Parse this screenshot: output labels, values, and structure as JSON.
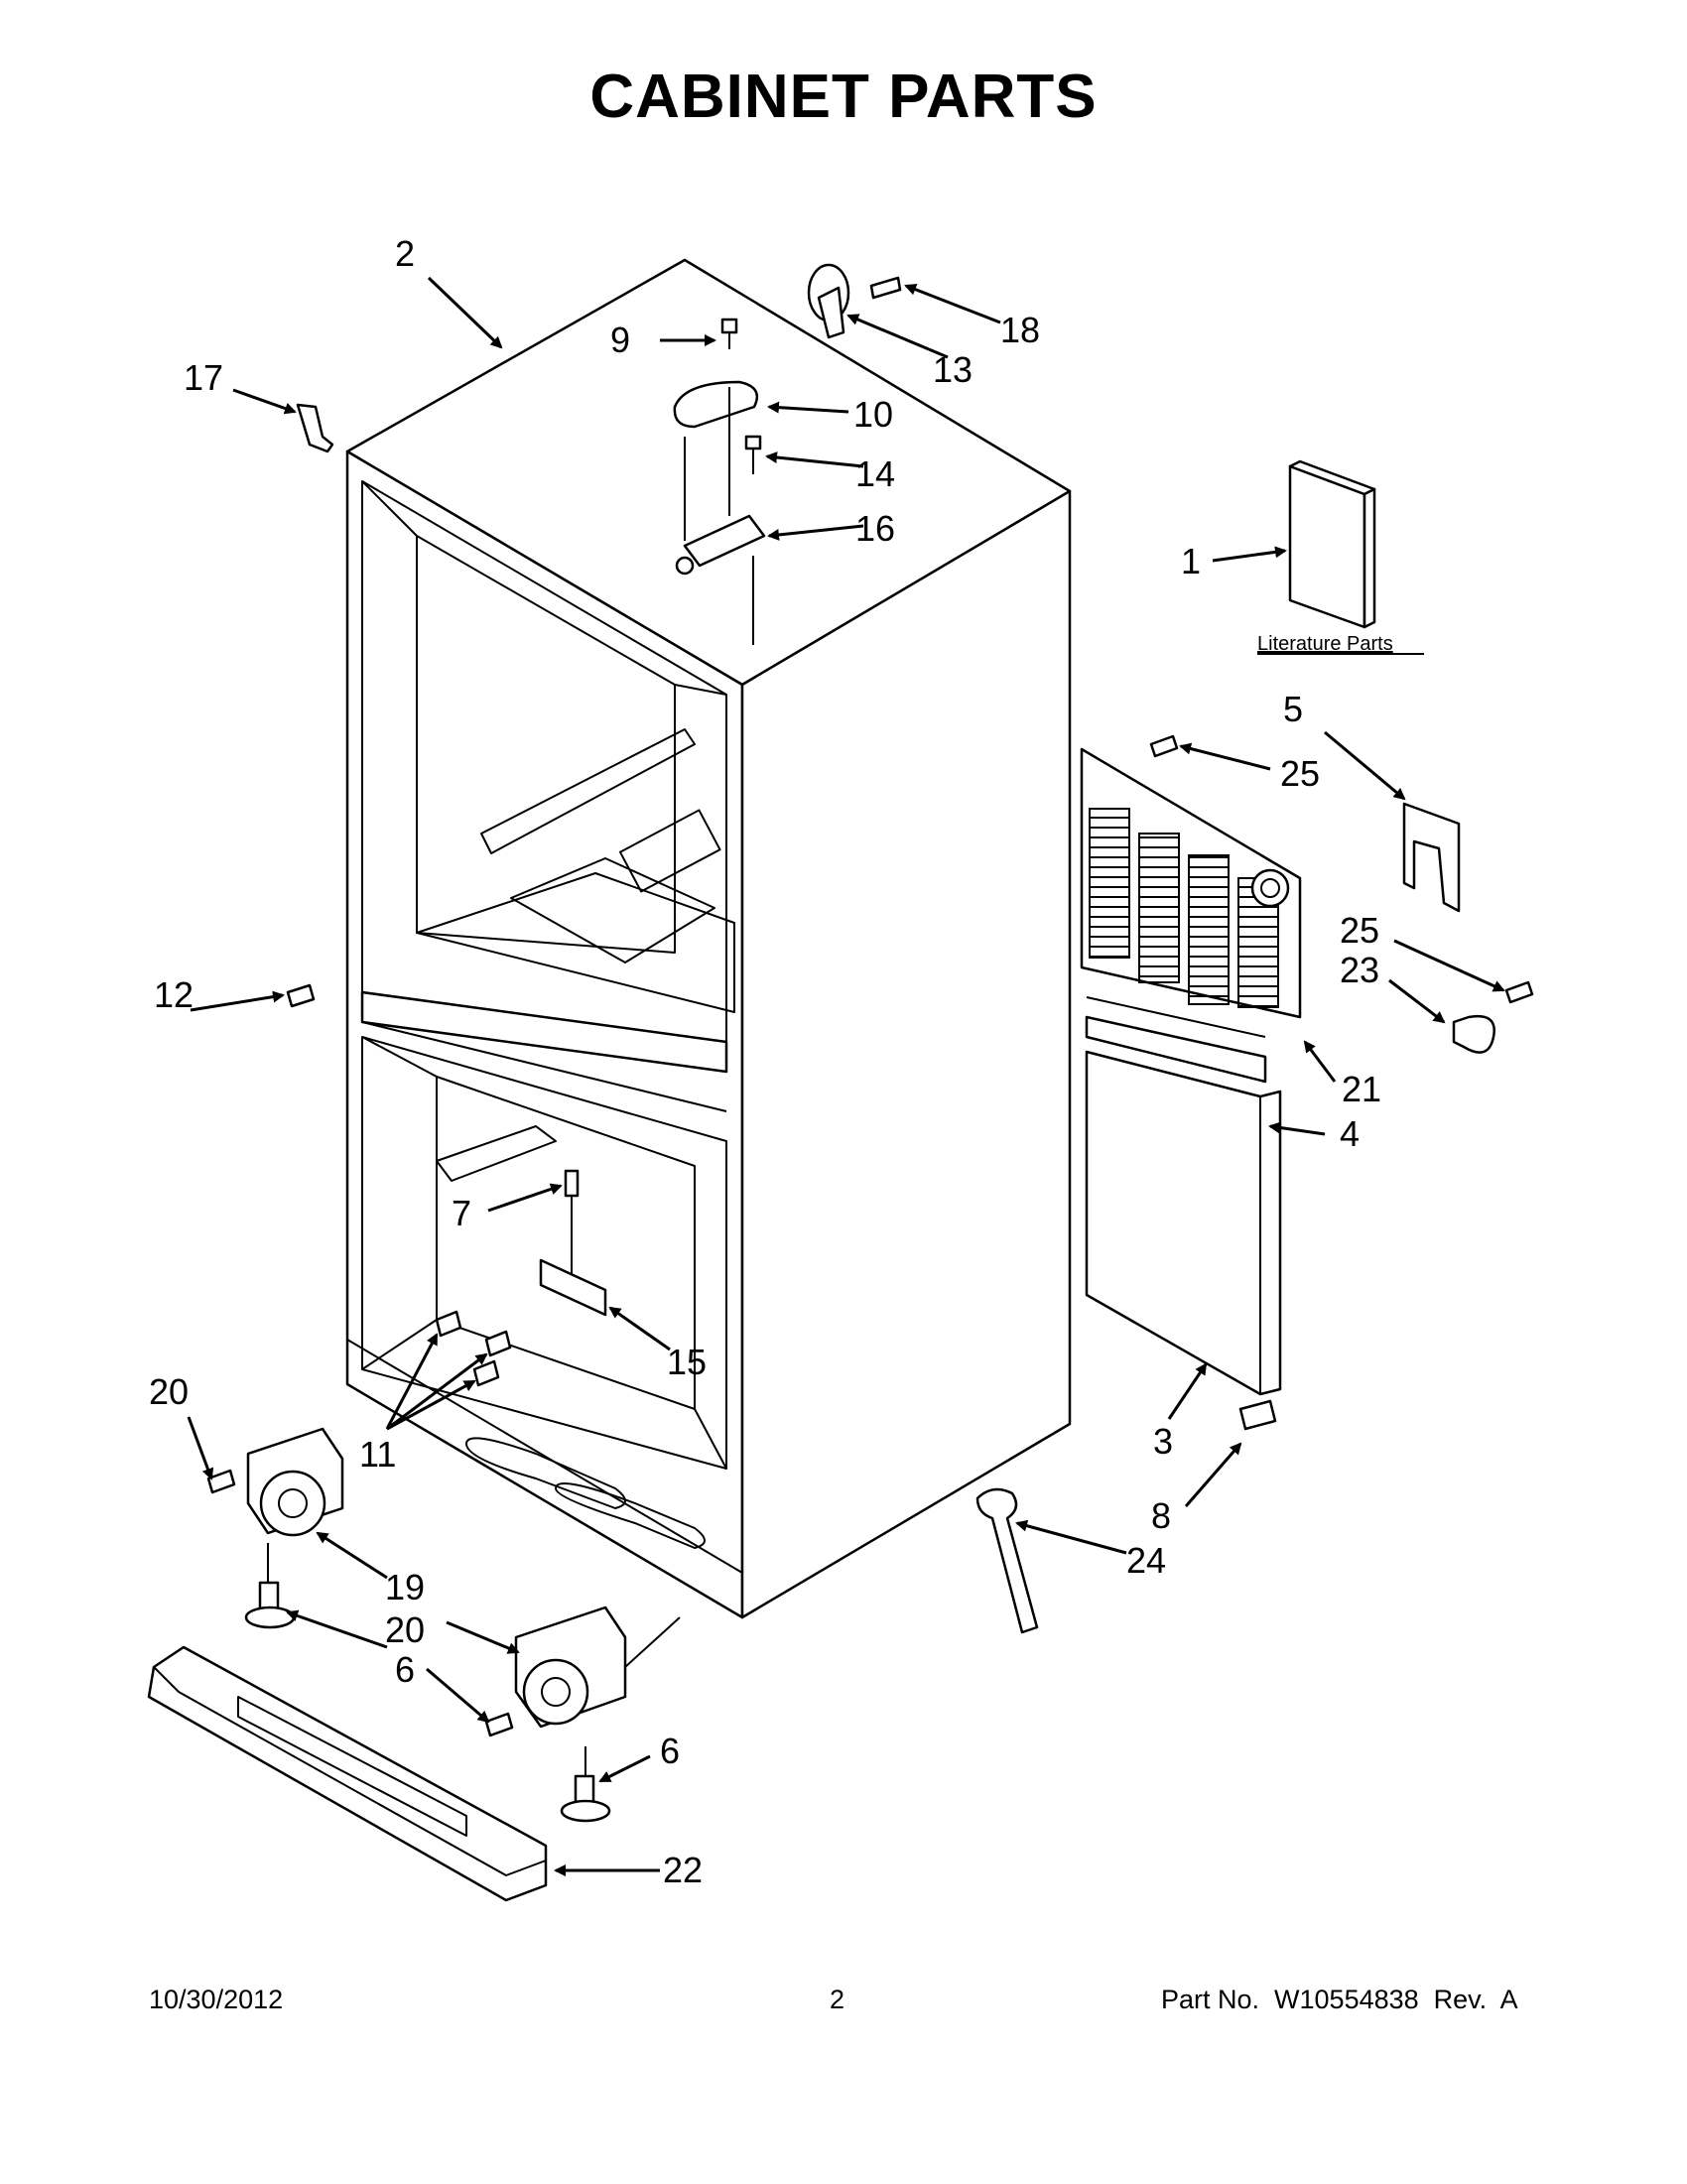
{
  "title": "CABINET PARTS",
  "literature_label": "Literature Parts",
  "callouts": [
    "1",
    "2",
    "3",
    "4",
    "5",
    "6",
    "6",
    "7",
    "8",
    "9",
    "10",
    "11",
    "12",
    "13",
    "14",
    "15",
    "16",
    "17",
    "18",
    "19",
    "20",
    "20",
    "21",
    "22",
    "23",
    "24",
    "25",
    "25"
  ],
  "footer": {
    "date": "10/30/2012",
    "page": "2",
    "part_number": "Part No.  W10554838  Rev.  A"
  }
}
